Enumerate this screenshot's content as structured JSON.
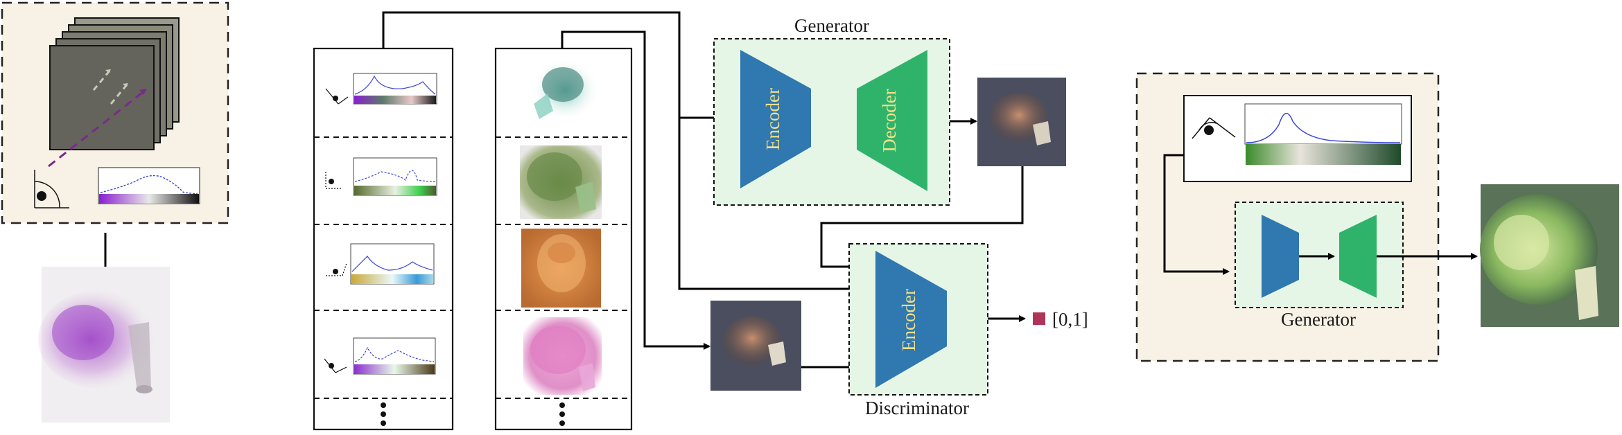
{
  "generator_top": {
    "label": "Generator",
    "encoder_label": "Encoder",
    "decoder_label": "Decoder"
  },
  "discriminator": {
    "label": "Discriminator",
    "encoder_label": "Encoder",
    "output_label": "[0,1]"
  },
  "generator_inference": {
    "label": "Generator"
  },
  "colors": {
    "encoder_blue": "#2f78b0",
    "decoder_green": "#2fb36a",
    "panel_green": "#e6f6e6",
    "panel_beige": "#f8f1e5",
    "output_square": "#b0335a",
    "curve_blue": "#3a46d8"
  }
}
